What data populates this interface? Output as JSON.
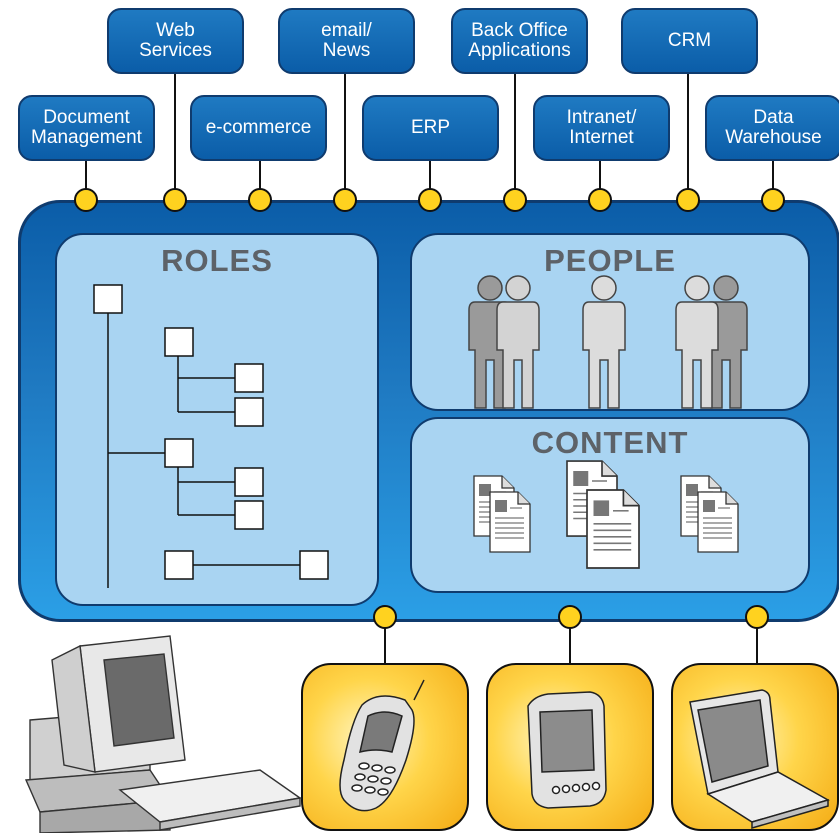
{
  "top_apps": [
    {
      "label": "Web\nServices"
    },
    {
      "label": "email/\nNews"
    },
    {
      "label": "Back Office\nApplications"
    },
    {
      "label": "CRM"
    }
  ],
  "middle_apps": [
    {
      "label": "Document\nManagement"
    },
    {
      "label": "e-commerce"
    },
    {
      "label": "ERP"
    },
    {
      "label": "Intranet/\nInternet"
    },
    {
      "label": "Data\nWarehouse"
    }
  ],
  "panels": {
    "roles_title": "ROLES",
    "people_title": "PEOPLE",
    "content_title": "CONTENT"
  },
  "devices": [
    "desktop-computer",
    "mobile-phone",
    "pda",
    "laptop"
  ],
  "colors": {
    "box_blue": "#0b5da8",
    "panel_light": "#a9d4f2",
    "connector_yellow": "#ffd21f",
    "device_yellow": "#ffd54a",
    "title_gray": "#5d6268"
  }
}
